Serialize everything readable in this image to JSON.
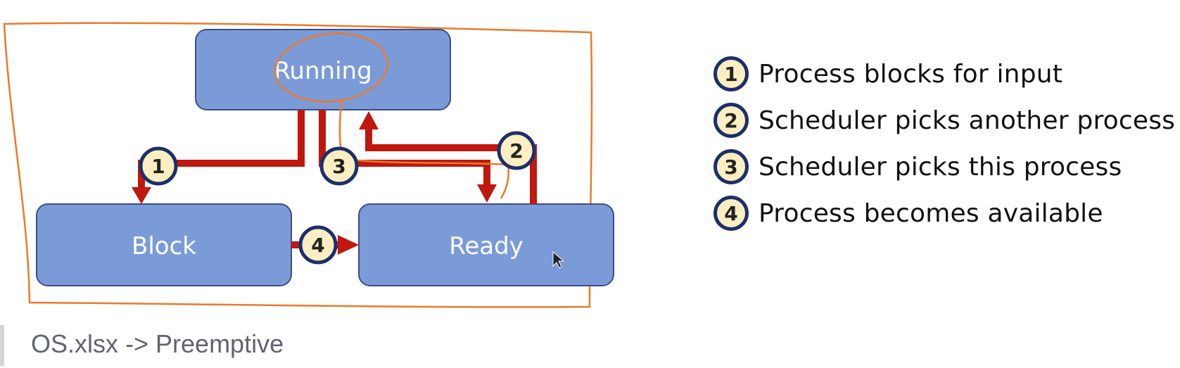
{
  "diagram": {
    "states": {
      "running": "Running",
      "block": "Block",
      "ready": "Ready"
    },
    "markers": [
      "1",
      "2",
      "3",
      "4"
    ]
  },
  "legend": [
    {
      "num": "1",
      "text": "Process blocks for input"
    },
    {
      "num": "2",
      "text": "Scheduler picks another process"
    },
    {
      "num": "3",
      "text": "Scheduler picks this process"
    },
    {
      "num": "4",
      "text": "Process becomes available"
    }
  ],
  "caption": "OS.xlsx -> Preemptive",
  "colors": {
    "state_fill": "#7b9bd8",
    "state_border": "#3b4e86",
    "arrow": "#c0170f",
    "marker_fill": "#fbeec0",
    "marker_border": "#1d2f6b",
    "annotation": "#ea7a2a"
  }
}
